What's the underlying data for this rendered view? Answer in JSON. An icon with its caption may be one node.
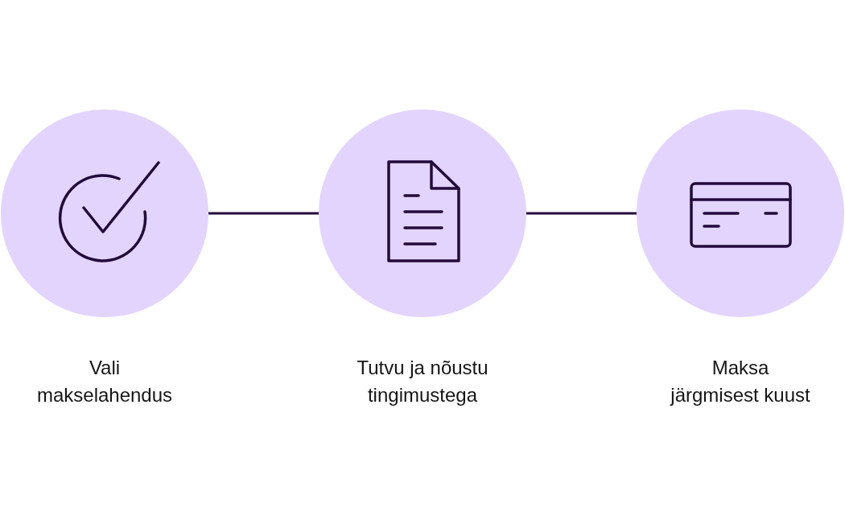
{
  "diagram": {
    "nodes": [
      {
        "text": [
          "Vali makselahendus"
        ]
      },
      {
        "text": [
          "Tutvu ja nõustu tingimustega"
        ]
      },
      {
        "text": [
          "Maksa järgmisest kuust"
        ]
      }
    ],
    "edges": [
      {
        "from": 0,
        "to": 1,
        "arrow": "none"
      },
      {
        "from": 1,
        "to": 2,
        "arrow": "none"
      }
    ]
  }
}
